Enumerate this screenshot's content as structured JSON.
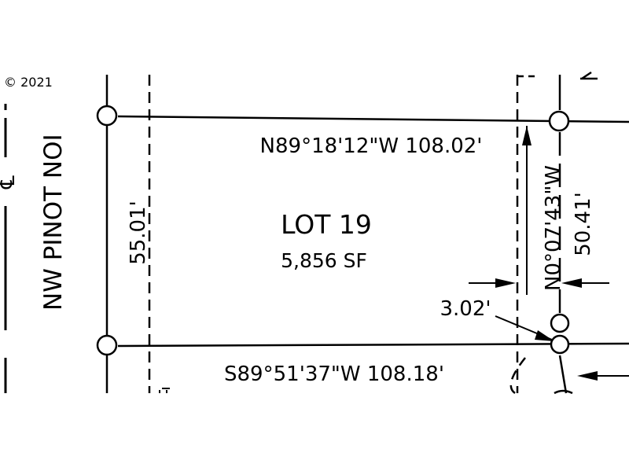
{
  "copyright": "© 2021",
  "street_name": "NW PINOT NOI",
  "centerline_symbol": "℄",
  "lot": {
    "title": "LOT 19",
    "area": "5,856 SF"
  },
  "bearings": {
    "north_line": "N89°18'12\"W 108.02'",
    "south_line": "S89°51'37\"W 108.18'",
    "east_line_bearing": "N0°07'43\"W",
    "east_line_distance": "50.41'",
    "west_line_distance": "55.01'",
    "offset": "3.02'"
  },
  "colors": {
    "ink": "#000000",
    "paper": "#ffffff"
  }
}
